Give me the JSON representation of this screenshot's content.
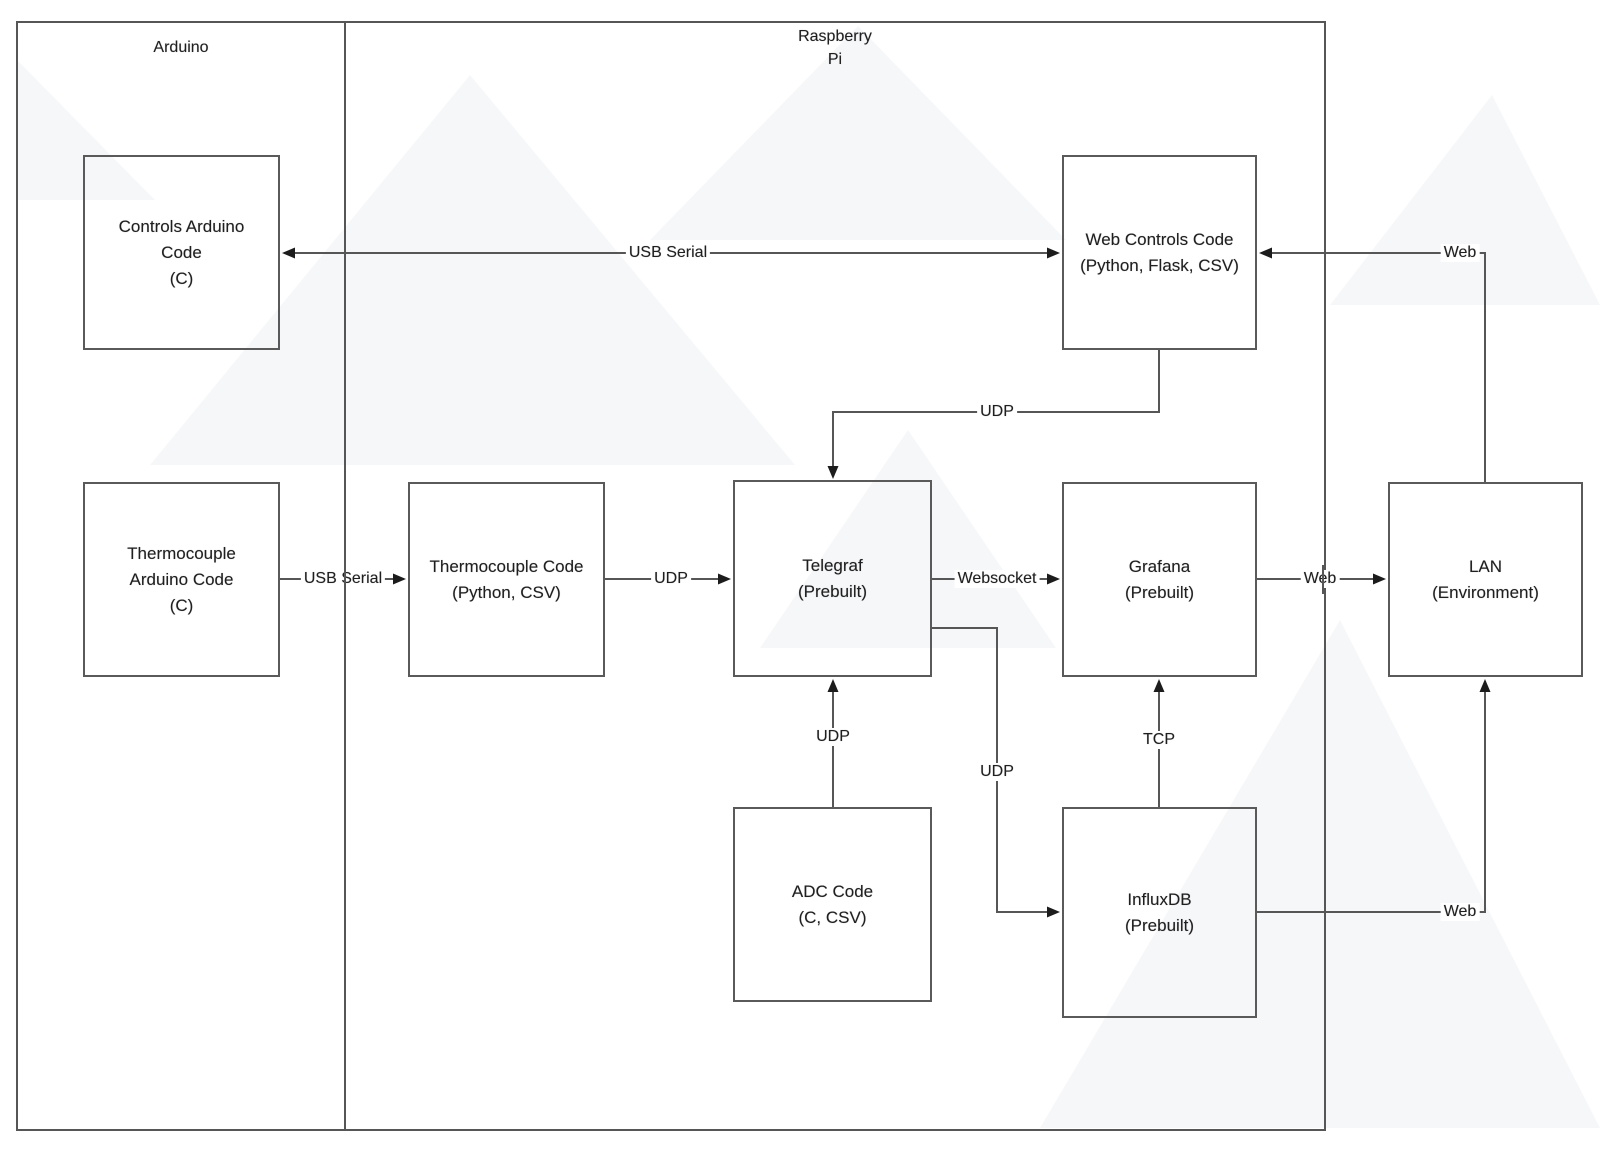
{
  "colors": {
    "background": "#ffffff",
    "line": "#565656",
    "box_border": "#5a5a5a",
    "text": "#1f1f1f",
    "arrow": "#1c1c1c",
    "watermark": "#eef0f4"
  },
  "diagram": {
    "containers": [
      {
        "id": "arduino",
        "label": "Arduino"
      },
      {
        "id": "raspberry-pi",
        "label": "Raspberry\nPi"
      }
    ],
    "nodes": [
      {
        "id": "controls-arduino-code",
        "label": "Controls Arduino\nCode\n(C)",
        "container": "arduino"
      },
      {
        "id": "thermocouple-arduino-code",
        "label": "Thermocouple\nArduino Code\n(C)",
        "container": "arduino"
      },
      {
        "id": "thermocouple-code",
        "label": "Thermocouple Code\n(Python, CSV)",
        "container": "raspberry-pi"
      },
      {
        "id": "telegraf",
        "label": "Telegraf\n(Prebuilt)",
        "container": "raspberry-pi"
      },
      {
        "id": "web-controls-code",
        "label": "Web Controls Code\n(Python, Flask, CSV)",
        "container": "raspberry-pi"
      },
      {
        "id": "grafana",
        "label": "Grafana\n(Prebuilt)",
        "container": "raspberry-pi"
      },
      {
        "id": "adc-code",
        "label": "ADC Code\n(C, CSV)",
        "container": "raspberry-pi"
      },
      {
        "id": "influxdb",
        "label": "InfluxDB\n(Prebuilt)",
        "container": "raspberry-pi"
      },
      {
        "id": "lan",
        "label": "LAN\n(Environment)",
        "container": "none"
      }
    ],
    "edges": [
      {
        "id": "usb-serial-top",
        "label": "USB Serial",
        "from": "web-controls-code",
        "to": "controls-arduino-code",
        "arrows": "both"
      },
      {
        "id": "usb-serial-mid",
        "label": "USB Serial",
        "from": "thermocouple-arduino-code",
        "to": "thermocouple-code",
        "arrows": "end"
      },
      {
        "id": "udp-mid",
        "label": "UDP",
        "from": "thermocouple-code",
        "to": "telegraf",
        "arrows": "end"
      },
      {
        "id": "websocket",
        "label": "Websocket",
        "from": "telegraf",
        "to": "grafana",
        "arrows": "end"
      },
      {
        "id": "web-mid",
        "label": "Web",
        "from": "grafana",
        "to": "lan",
        "arrows": "end"
      },
      {
        "id": "udp-webcontrols-telegraf",
        "label": "UDP",
        "from": "web-controls-code",
        "to": "telegraf",
        "arrows": "end"
      },
      {
        "id": "udp-adc-telegraf",
        "label": "UDP",
        "from": "adc-code",
        "to": "telegraf",
        "arrows": "end"
      },
      {
        "id": "udp-telegraf-influxdb",
        "label": "UDP",
        "from": "telegraf",
        "to": "influxdb",
        "arrows": "end"
      },
      {
        "id": "tcp-influxdb-grafana",
        "label": "TCP",
        "from": "influxdb",
        "to": "grafana",
        "arrows": "end"
      },
      {
        "id": "web-influxdb-lan",
        "label": "Web",
        "from": "influxdb",
        "to": "lan",
        "arrows": "end"
      },
      {
        "id": "web-lan-webcontrols",
        "label": "Web",
        "from": "lan",
        "to": "web-controls-code",
        "arrows": "end"
      }
    ]
  }
}
